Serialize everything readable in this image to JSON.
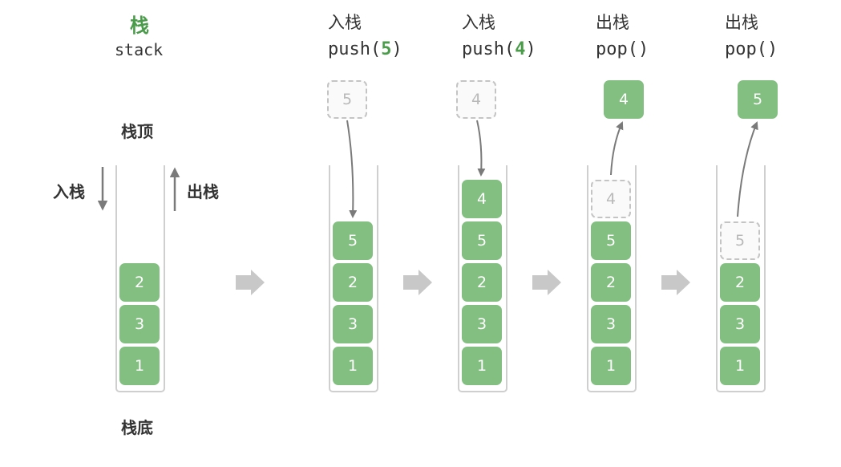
{
  "legend": {
    "title": "栈",
    "subtitle": "stack",
    "top_label": "栈顶",
    "bottom_label": "栈底",
    "push_label": "入栈",
    "pop_label": "出栈",
    "stack": [
      "2",
      "3",
      "1"
    ]
  },
  "steps": [
    {
      "op": "入栈",
      "code_prefix": "push(",
      "code_arg": "5",
      "code_suffix": ")",
      "moving": "5",
      "stack": [
        "5",
        "2",
        "3",
        "1"
      ]
    },
    {
      "op": "入栈",
      "code_prefix": "push(",
      "code_arg": "4",
      "code_suffix": ")",
      "moving": "4",
      "stack": [
        "4",
        "5",
        "2",
        "3",
        "1"
      ]
    },
    {
      "op": "出栈",
      "code_prefix": "pop()",
      "code_arg": "",
      "code_suffix": "",
      "popped": "4",
      "ghost": "4",
      "stack": [
        "5",
        "2",
        "3",
        "1"
      ]
    },
    {
      "op": "出栈",
      "code_prefix": "pop()",
      "code_arg": "",
      "code_suffix": "",
      "popped": "5",
      "ghost": "5",
      "stack": [
        "2",
        "3",
        "1"
      ]
    }
  ],
  "colors": {
    "box": "#82bf80",
    "title": "#4a9b4a",
    "wall": "#cfcfcf",
    "arrow": "#c8c8c8",
    "line": "#7a7a7a"
  },
  "icons": [
    "push-down-arrow-icon",
    "pop-up-arrow-icon",
    "next-step-arrow-icon"
  ]
}
